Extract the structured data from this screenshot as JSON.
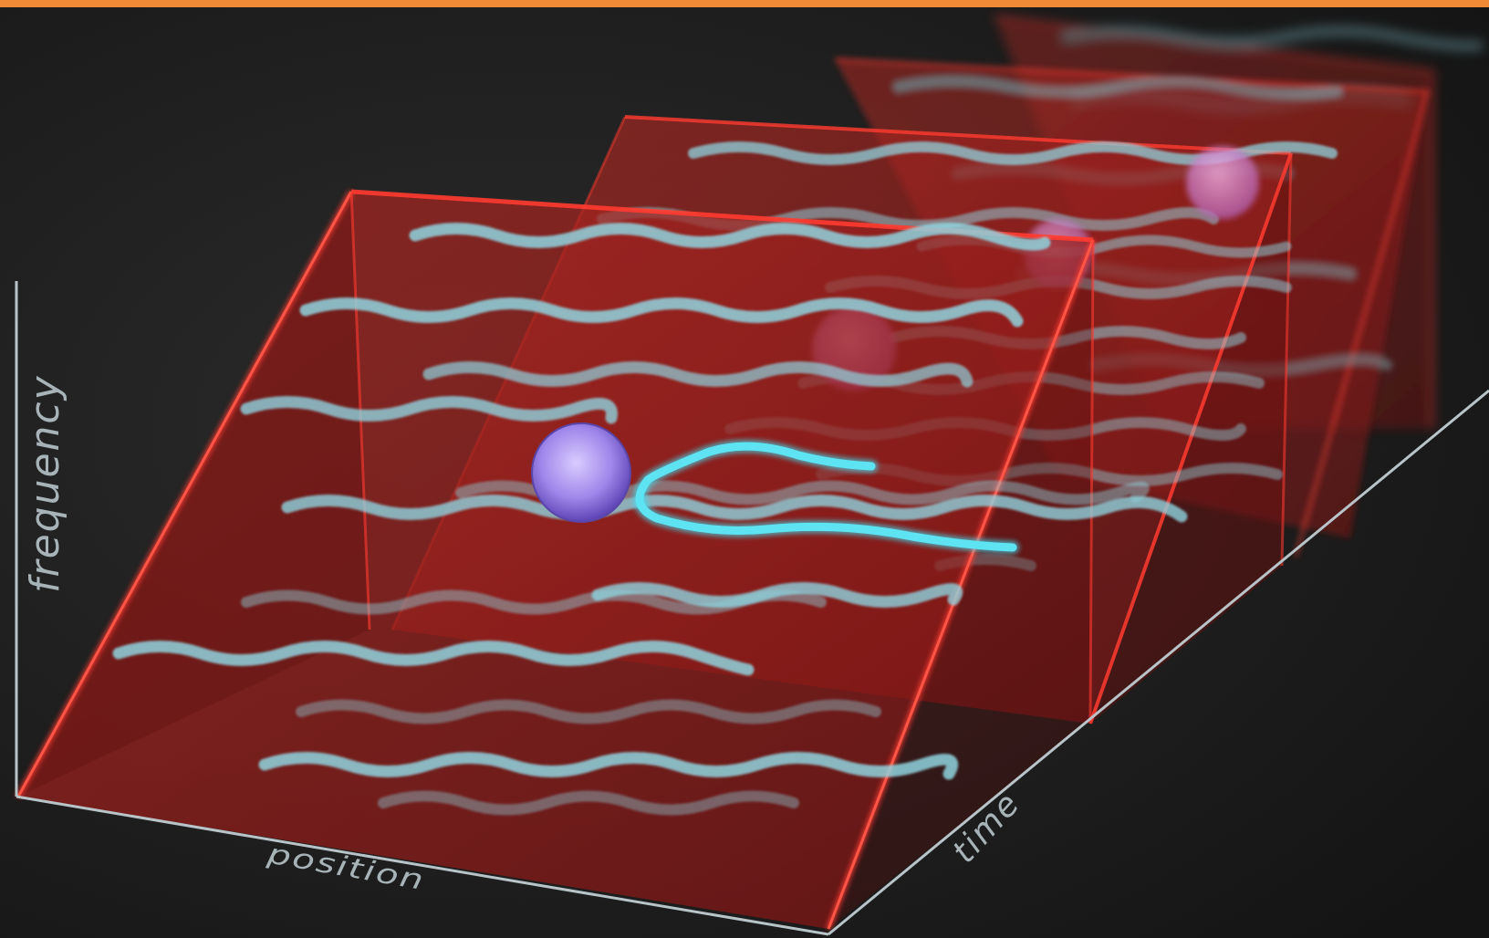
{
  "colors": {
    "top_bar": "#f08a36",
    "background": "#1d1d1d",
    "plane_fill": "#a31c1c",
    "plane_edge": "#ff3b30",
    "wave": "#8fd3de",
    "wave_highlight": "#3fe0f5",
    "sphere_near": "#b7a2f2",
    "sphere_far": "#e79adb",
    "axis": "#b9c4c8"
  },
  "axes": {
    "frequency_label": "frequency",
    "position_label": "position",
    "time_label": "time"
  },
  "planes": {
    "count": 4
  }
}
